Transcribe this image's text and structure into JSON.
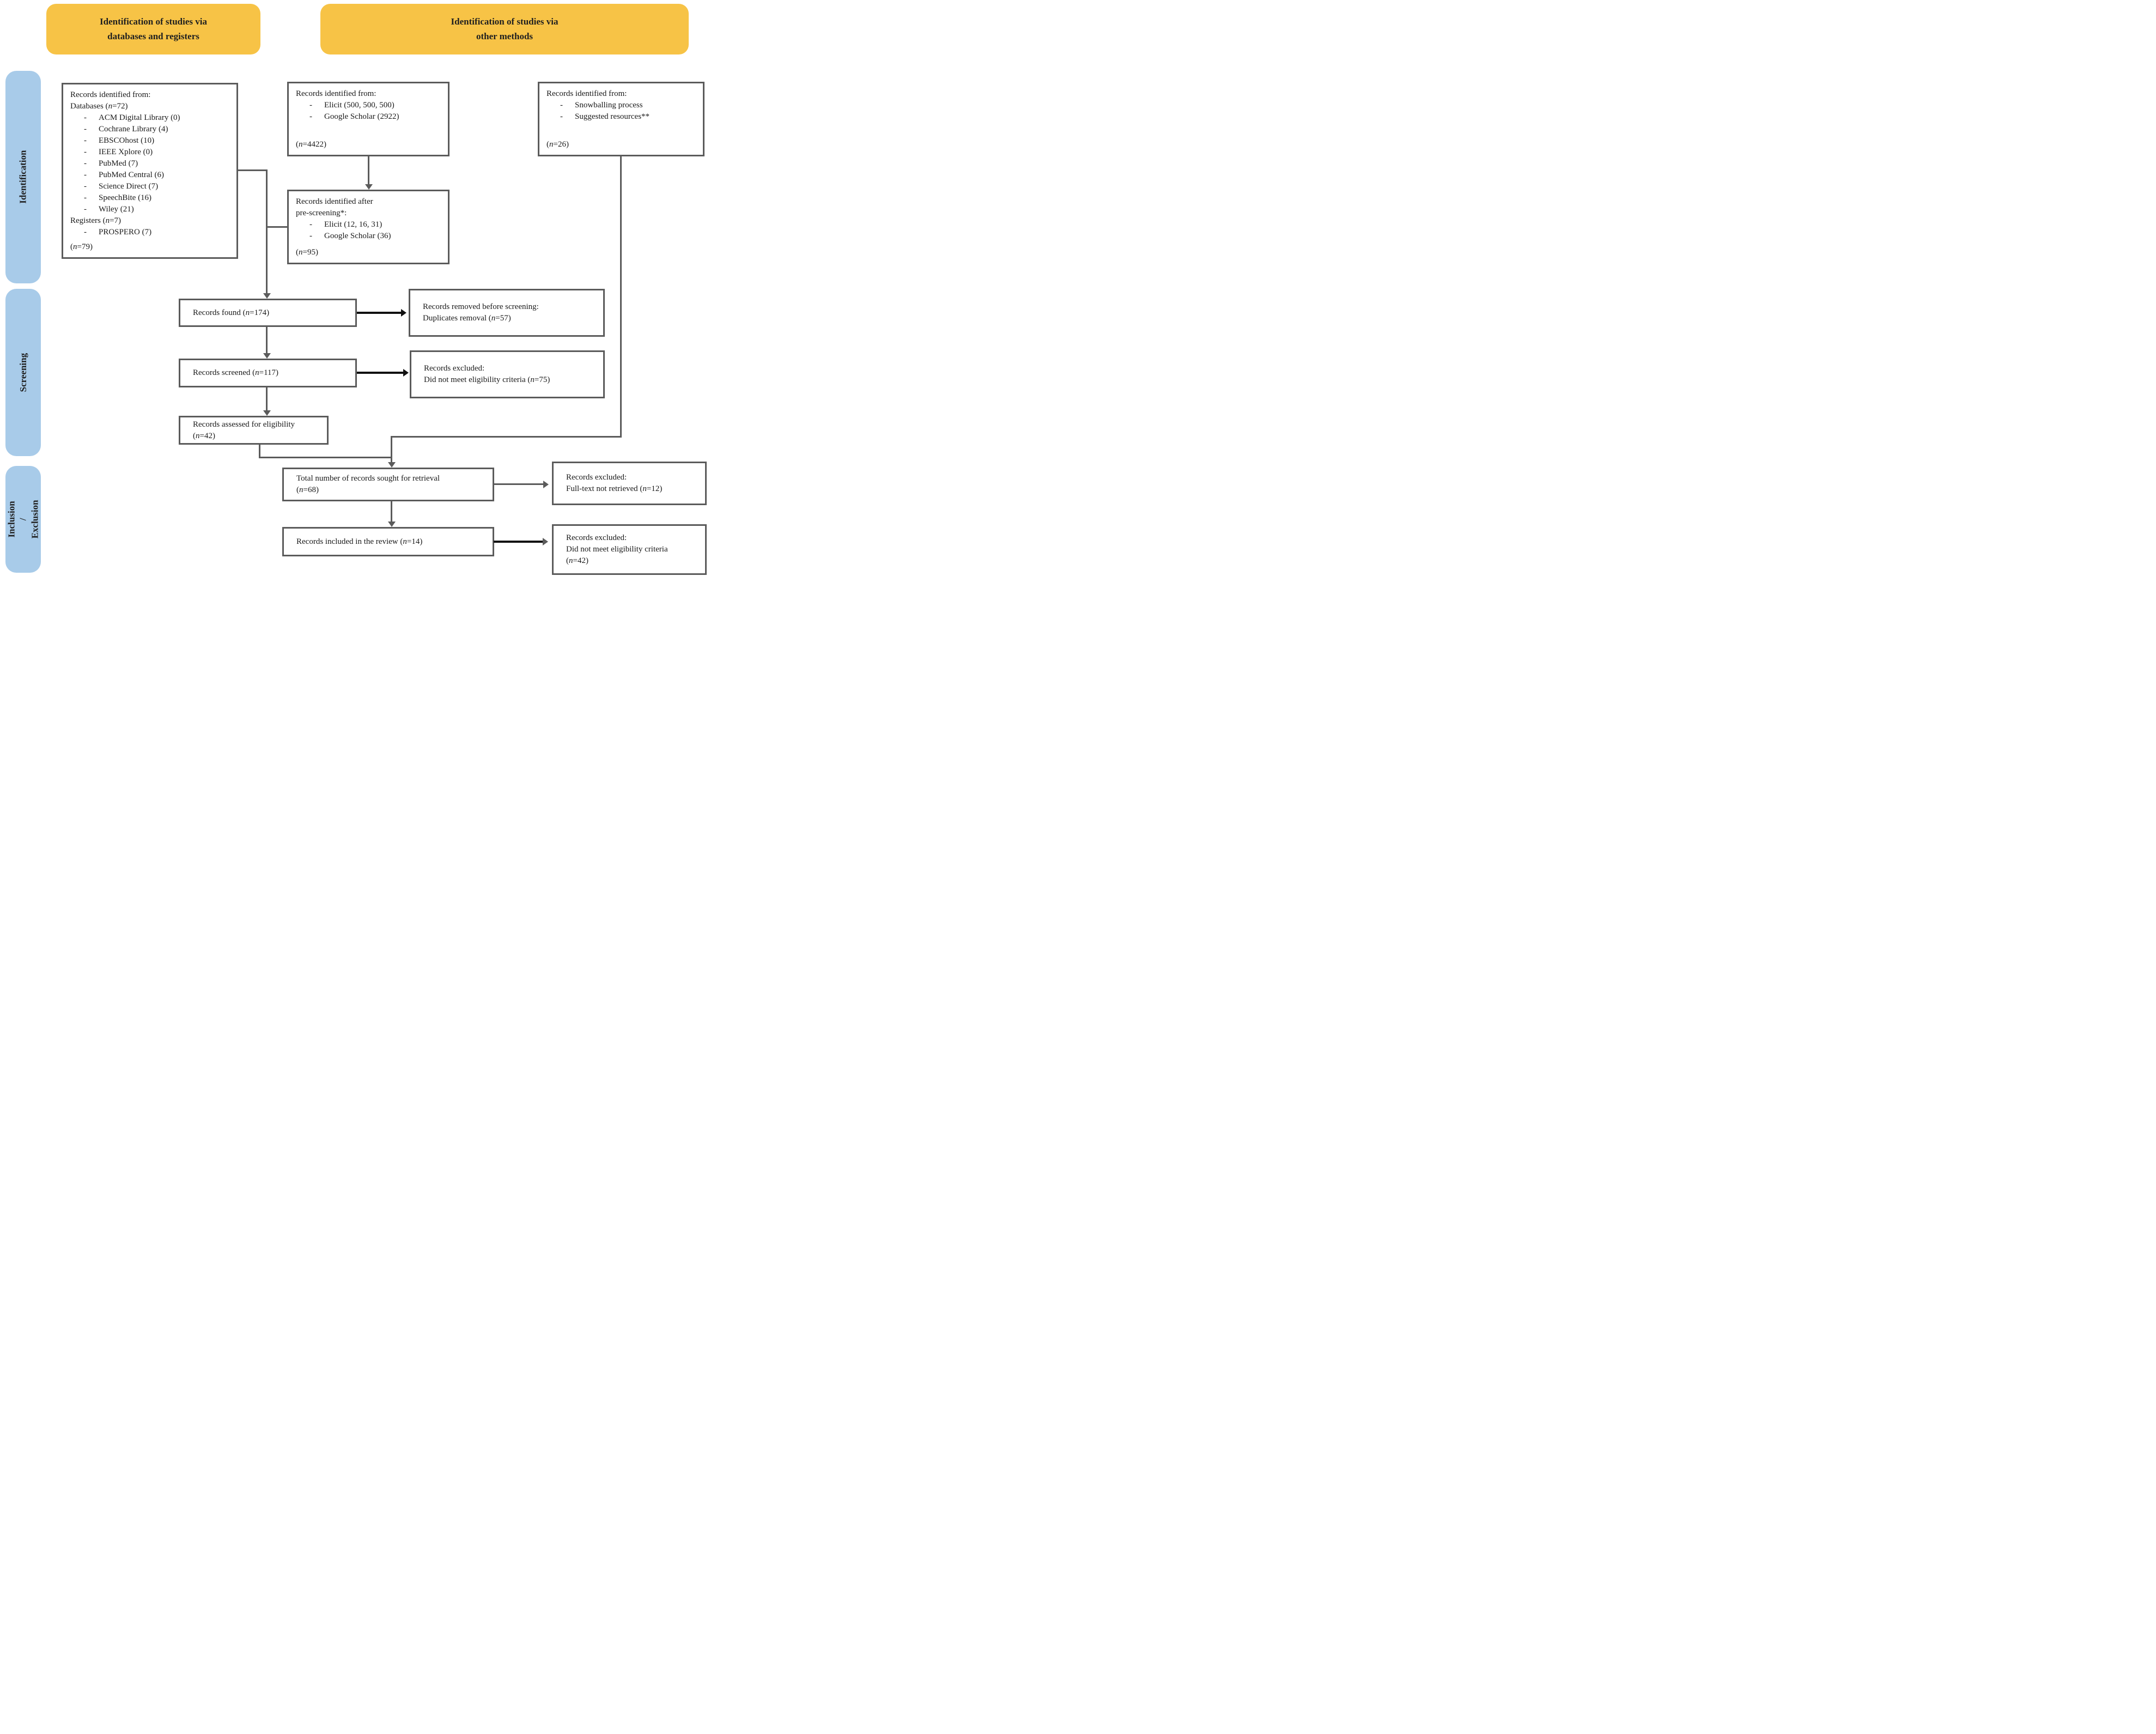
{
  "colors": {
    "header_bg": "#f7c346",
    "stage_bg": "#a8cbe9",
    "box_border": "#5b5b5b",
    "arrow": "#5b5b5b",
    "arrow_strong": "#111111"
  },
  "bullet_char": "-",
  "headers": {
    "left": "Identification of studies via\ndatabases and registers",
    "right": "Identification of studies via\nother methods"
  },
  "sidebar": {
    "stages": [
      {
        "label": "Identification"
      },
      {
        "label": "Screening"
      },
      {
        "label": "Inclusion /\nExclusion"
      }
    ]
  },
  "boxes": {
    "identified_databases": {
      "title": "Records identified from:",
      "database_group_label": "Databases (n=72)",
      "database_items": [
        "ACM Digital Library (0)",
        "Cochrane Library (4)",
        "EBSCOhost (10)",
        "IEEE Xplore (0)",
        "PubMed (7)",
        "PubMed Central (6)",
        "Science Direct (7)",
        "SpeechBite (16)",
        "Wiley (21)"
      ],
      "register_group_label": "Registers (n=7)",
      "register_items": [
        "PROSPERO (7)"
      ],
      "total": "(n=79)"
    },
    "identified_search_tools": {
      "title": "Records identified from:",
      "items": [
        "Elicit (500, 500, 500)",
        "Google Scholar (2922)"
      ],
      "total": "(n=4422)"
    },
    "identified_other_methods": {
      "title": "Records identified from:",
      "items": [
        "Snowballing process",
        "Suggested resources**"
      ],
      "total": "(n=26)"
    },
    "prescreened": {
      "title": "Records identified after\npre-screening*:",
      "items": [
        "Elicit (12, 16, 31)",
        "Google Scholar (36)"
      ],
      "total": "(n=95)"
    },
    "found": {
      "text": "Records found (n=174)"
    },
    "removed_before_screening": {
      "lines": [
        "Records removed before screening:",
        "Duplicates removal (n=57)"
      ]
    },
    "screened": {
      "text": "Records screened (n=117)"
    },
    "excluded_screening": {
      "lines": [
        "Records excluded:",
        "Did not meet eligibility criteria (n=75)"
      ]
    },
    "assessed": {
      "lines": [
        "Records assessed for eligibility",
        "(n=42)"
      ]
    },
    "sought_retrieval": {
      "lines": [
        "Total number of records sought for retrieval",
        "(n=68)"
      ]
    },
    "excluded_fulltext": {
      "lines": [
        "Records excluded:",
        "Full-text not retrieved (n=12)"
      ]
    },
    "included": {
      "text": "Records included in the review (n=14)"
    },
    "excluded_eligibility": {
      "lines": [
        "Records excluded:",
        "Did not meet eligibility criteria",
        "(n=42)"
      ]
    }
  }
}
